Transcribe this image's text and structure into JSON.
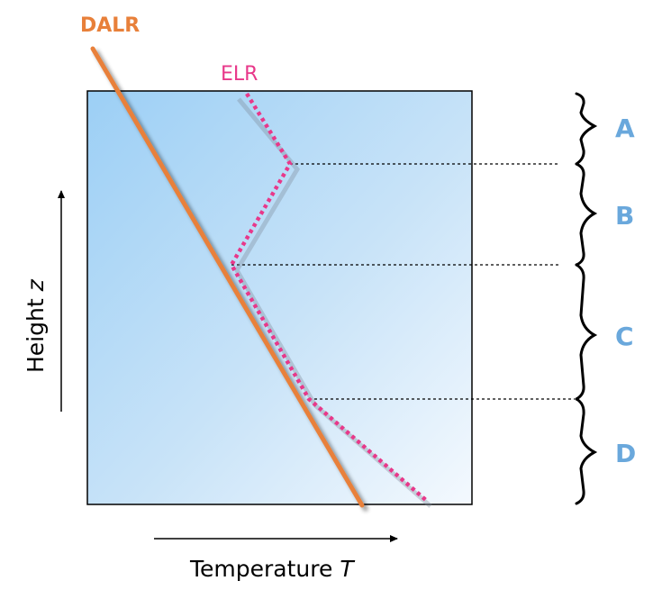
{
  "lines": {
    "dalr_label": "DALR",
    "elr_label": "ELR"
  },
  "axes": {
    "height_label": "Height",
    "height_symbol": "z",
    "temperature_label": "Temperature",
    "temperature_symbol": "T"
  },
  "layers": [
    {
      "label": "A"
    },
    {
      "label": "B"
    },
    {
      "label": "C"
    },
    {
      "label": "D"
    }
  ],
  "colors": {
    "dalr": "#e8803a",
    "elr": "#e8388a",
    "layer_labels": "#6aa8dc",
    "sky_top": "#9ccff5",
    "sky_bottom": "#f4f9fe"
  }
}
